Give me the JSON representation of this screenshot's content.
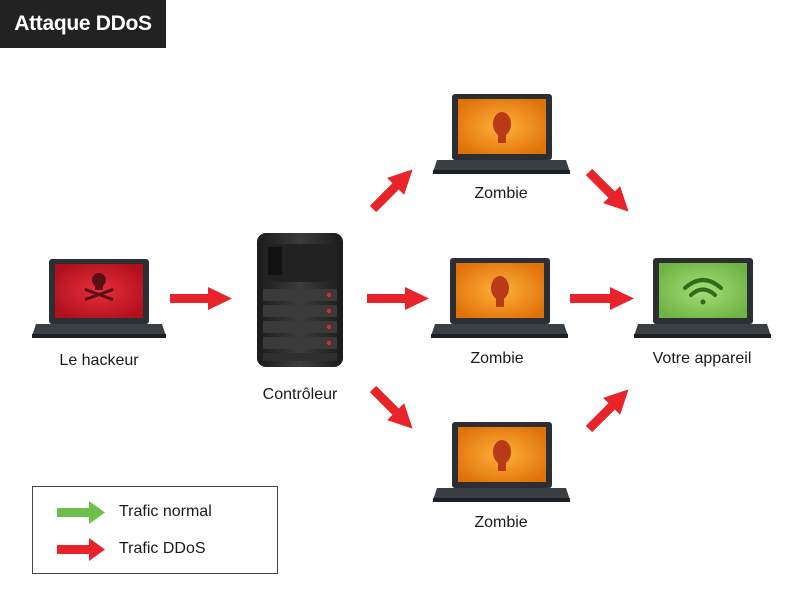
{
  "title": "Attaque DDoS",
  "nodes": {
    "hacker": {
      "label": "Le hackeur"
    },
    "controller": {
      "label": "Contrôleur"
    },
    "zombie_top": {
      "label": "Zombie"
    },
    "zombie_middle": {
      "label": "Zombie"
    },
    "zombie_bottom": {
      "label": "Zombie"
    },
    "target": {
      "label": "Votre appareil"
    }
  },
  "legend": {
    "normal": {
      "label": "Trafic normal",
      "color": "#6cc04a"
    },
    "ddos": {
      "label": "Trafic DDoS",
      "color": "#e8232a"
    }
  },
  "colors": {
    "title_background": "#222222",
    "hacker_screen": "#d0182a",
    "zombie_screen": "#f28c12",
    "target_screen": "#8fcf5a",
    "laptop_body": "#2b2f33",
    "server_body": "#2a2a2a"
  },
  "icons": {
    "hacker_screen": "skull-crossbones-icon",
    "zombie_screen": "zombie-head-icon",
    "target_screen": "wifi-icon",
    "controller": "server-icon"
  }
}
